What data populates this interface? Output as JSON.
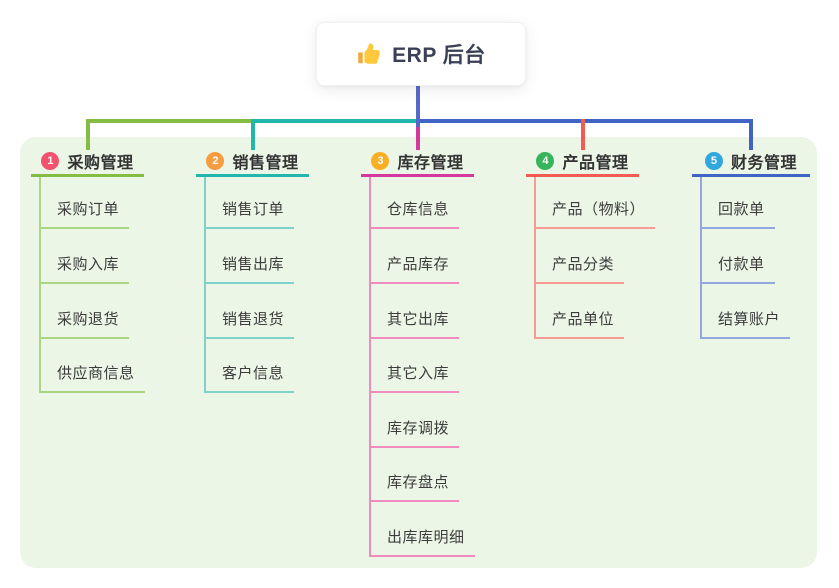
{
  "root": {
    "label": "ERP 后台",
    "icon": "thumbs-up-icon",
    "line_color": "#5669c8"
  },
  "canvas": {
    "page_background": "#ffffff",
    "board_background": "#ebf6e7"
  },
  "branches": [
    {
      "index": "1",
      "label": "采购管理",
      "badge_color": "#f1536e",
      "line_color": "#84bc44",
      "child_line_color": "#a9d584",
      "children": [
        "采购订单",
        "采购入库",
        "采购退货",
        "供应商信息"
      ]
    },
    {
      "index": "2",
      "label": "销售管理",
      "badge_color": "#f89c41",
      "line_color": "#23b6ad",
      "child_line_color": "#7fd2ca",
      "children": [
        "销售订单",
        "销售出库",
        "销售退货",
        "客户信息"
      ]
    },
    {
      "index": "3",
      "label": "库存管理",
      "badge_color": "#f9af23",
      "line_color": "#d43a9e",
      "child_line_color": "#f08bbe",
      "children": [
        "仓库信息",
        "产品库存",
        "其它出库",
        "其它入库",
        "库存调拨",
        "库存盘点",
        "出库库明细"
      ]
    },
    {
      "index": "4",
      "label": "产品管理",
      "badge_color": "#38b55b",
      "line_color": "#f25b52",
      "child_line_color": "#f79c94",
      "children": [
        "产品（物料）",
        "产品分类",
        "产品单位"
      ]
    },
    {
      "index": "5",
      "label": "财务管理",
      "badge_color": "#31a8dc",
      "line_color": "#4063c6",
      "child_line_color": "#91a7de",
      "children": [
        "回款单",
        "付款单",
        "结算账户"
      ]
    }
  ]
}
